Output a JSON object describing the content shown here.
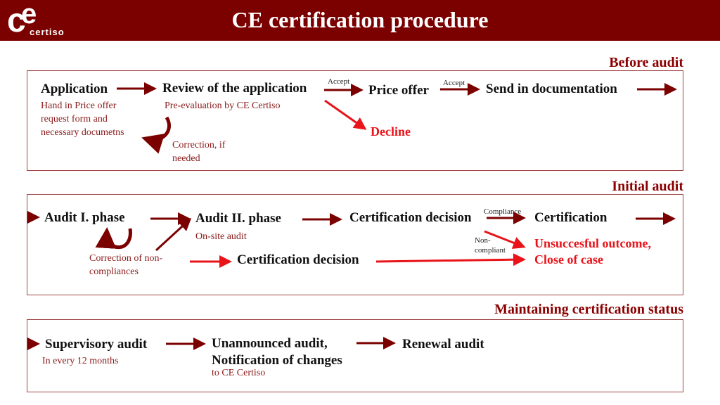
{
  "header": {
    "title": "CE certification procedure",
    "logo_text": "certiso",
    "logo_mark": "ce"
  },
  "colors": {
    "header_bg": "#7b0000",
    "dark_red": "#8b1a1a",
    "bright_red": "#e8141a",
    "border": "#a04444"
  },
  "before_audit": {
    "title": "Before audit",
    "application": "Application",
    "application_note": [
      "Hand in Price offer",
      "request form and",
      "necessary documetns"
    ],
    "review": "Review of the application",
    "review_note": "Pre-evaluation by CE Certiso",
    "correction": [
      "Correction, if",
      "needed"
    ],
    "accept1": "Accept",
    "price_offer": "Price offer",
    "accept2": "Accept",
    "send_docs": "Send in documentation",
    "decline": "Decline"
  },
  "initial_audit": {
    "title": "Initial audit",
    "phase1": "Audit I. phase",
    "phase2": "Audit II. phase",
    "phase2_note": "On-site audit",
    "correction": [
      "Correction of non-",
      "compliances"
    ],
    "decision1": "Certification decision",
    "decision2": "Certification decision",
    "compliance": "Compliance",
    "certification": "Certification",
    "non_compliant": [
      "Non-",
      "compliant"
    ],
    "unsuccessful": [
      "Unsuccesful outcome,",
      "Close of case"
    ]
  },
  "maintaining": {
    "title": "Maintaining certification status",
    "supervisory": "Supervisory audit",
    "supervisory_note": "In every 12 months",
    "unannounced": [
      "Unannounced audit,",
      "Notification of changes"
    ],
    "unannounced_note": "to CE Certiso",
    "renewal": "Renewal audit"
  }
}
